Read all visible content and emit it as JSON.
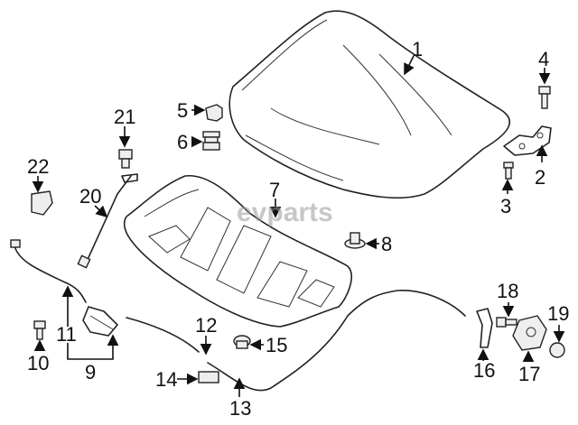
{
  "watermark": "evparts",
  "callouts": [
    {
      "id": "1",
      "label": "1"
    },
    {
      "id": "2",
      "label": "2"
    },
    {
      "id": "3",
      "label": "3"
    },
    {
      "id": "4",
      "label": "4"
    },
    {
      "id": "5",
      "label": "5"
    },
    {
      "id": "6",
      "label": "6"
    },
    {
      "id": "7",
      "label": "7"
    },
    {
      "id": "8",
      "label": "8"
    },
    {
      "id": "9",
      "label": "9"
    },
    {
      "id": "10",
      "label": "10"
    },
    {
      "id": "11",
      "label": "11"
    },
    {
      "id": "12",
      "label": "12"
    },
    {
      "id": "13",
      "label": "13"
    },
    {
      "id": "14",
      "label": "14"
    },
    {
      "id": "15",
      "label": "15"
    },
    {
      "id": "16",
      "label": "16"
    },
    {
      "id": "17",
      "label": "17"
    },
    {
      "id": "18",
      "label": "18"
    },
    {
      "id": "19",
      "label": "19"
    },
    {
      "id": "20",
      "label": "20"
    },
    {
      "id": "21",
      "label": "21"
    },
    {
      "id": "22",
      "label": "22"
    }
  ]
}
